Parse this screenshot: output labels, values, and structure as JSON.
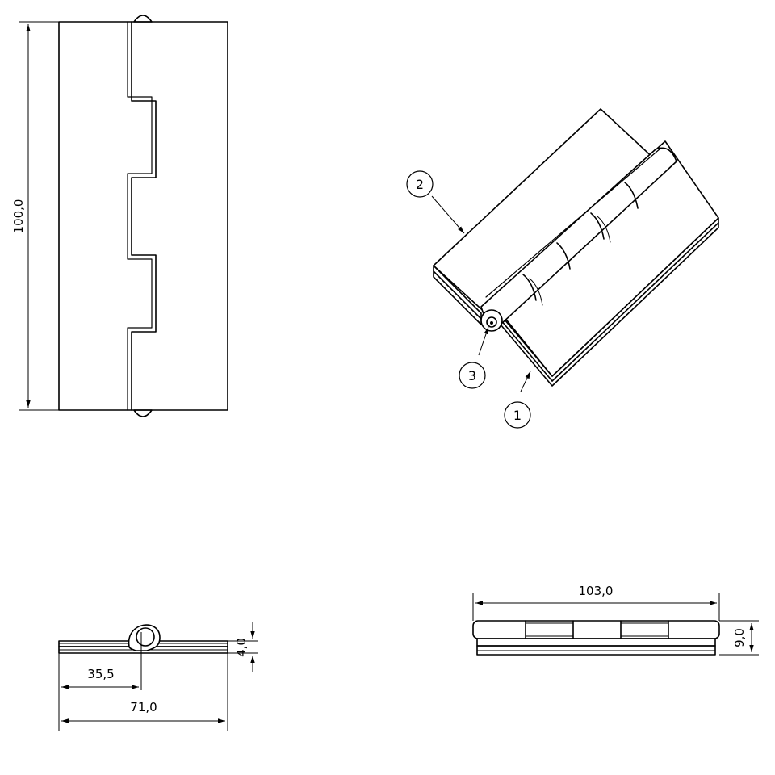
{
  "dimensions": {
    "height_label": "100,0",
    "half_width_label": "35,5",
    "total_width_label": "71,0",
    "thickness_label": "4,0",
    "length_label": "103,0",
    "side_height_label": "9,0"
  },
  "balloons": {
    "part_1": "1",
    "part_2": "2",
    "part_3": "3"
  },
  "colors": {
    "line": "#000000",
    "background": "#ffffff"
  }
}
